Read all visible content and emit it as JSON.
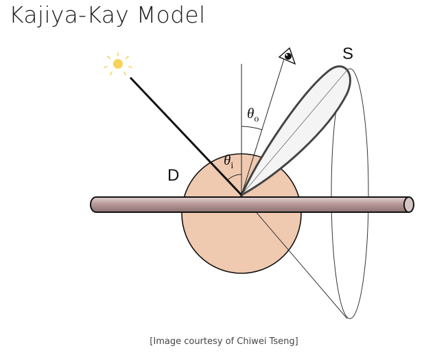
{
  "slide": {
    "title": "Kajiya-Kay Model",
    "caption": "[Image courtesy of Chiwei Tseng]"
  },
  "diagram": {
    "label_diffuse": "D",
    "label_specular": "S",
    "theta_symbol": "θ",
    "theta_incident_sub": "i",
    "theta_outgoing_sub": "o",
    "colors": {
      "diffuse_fill": "#efc9b0",
      "fiber_fill": "#bfa3a3",
      "sun": "#f7d25a",
      "lobe_fill": "#f4f4f4",
      "stroke": "#111111"
    }
  }
}
